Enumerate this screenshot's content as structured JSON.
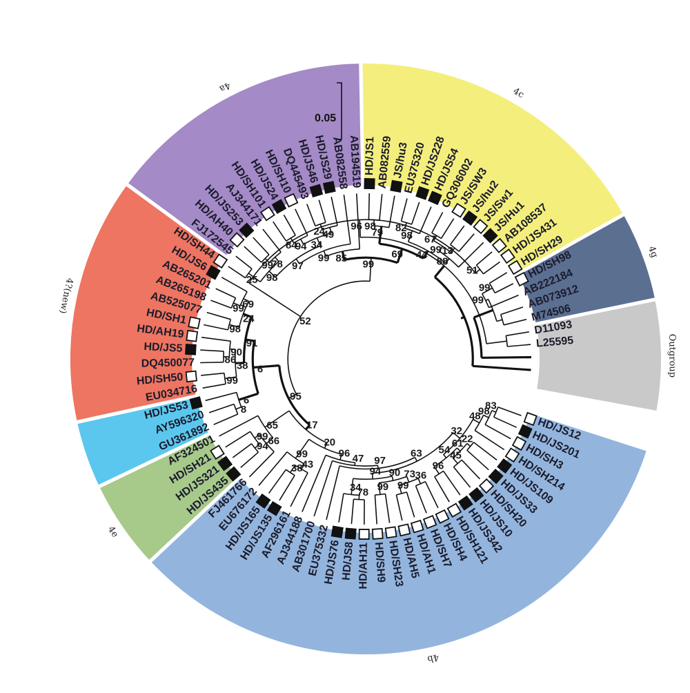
{
  "scale_bar": {
    "label": "0.05"
  },
  "clades": [
    {
      "label": "4b",
      "color": "#93b5dd",
      "first": 0,
      "last": 26
    },
    {
      "label": "4e",
      "color": "#a7c98a",
      "first": 27,
      "last": 30
    },
    {
      "label": "",
      "color": "#5cc7ee",
      "first": 31,
      "last": 33
    },
    {
      "label": "4?(new)",
      "color": "#ee7561",
      "first": 34,
      "last": 44
    },
    {
      "label": "4a",
      "color": "#a48ac6",
      "first": 45,
      "last": 56
    },
    {
      "label": "4c",
      "color": "#f4ef7d",
      "first": 57,
      "last": 70
    },
    {
      "label": "4g",
      "color": "#5b6f91",
      "first": 71,
      "last": 74
    },
    {
      "label": "Outgroup",
      "color": "#c9c9c9",
      "first": 75,
      "last": 79
    }
  ],
  "tips": [
    {
      "name": "HD/JS12",
      "marker": "open"
    },
    {
      "name": "HD/JS201",
      "marker": "filled"
    },
    {
      "name": "HD/SH3",
      "marker": "open"
    },
    {
      "name": "HD/SH214",
      "marker": "open"
    },
    {
      "name": "HD/JS109",
      "marker": "filled"
    },
    {
      "name": "HD/JS33",
      "marker": "filled"
    },
    {
      "name": "HD/SH20",
      "marker": "open"
    },
    {
      "name": "HD/JS10",
      "marker": "filled"
    },
    {
      "name": "HD/JS342",
      "marker": "filled"
    },
    {
      "name": "HD/SH121",
      "marker": "open"
    },
    {
      "name": "HD/SH4",
      "marker": "open"
    },
    {
      "name": "HD/SH7",
      "marker": "open"
    },
    {
      "name": "HD/AH1",
      "marker": "open"
    },
    {
      "name": "HD/AH5",
      "marker": "open"
    },
    {
      "name": "HD/SH23",
      "marker": "open"
    },
    {
      "name": "HD/SH9",
      "marker": "open"
    },
    {
      "name": "HD/AH11",
      "marker": "open"
    },
    {
      "name": "HD/JS8",
      "marker": "filled"
    },
    {
      "name": "HD/JS76",
      "marker": "filled"
    },
    {
      "name": "EU375332",
      "marker": "none"
    },
    {
      "name": "AB301700",
      "marker": "none"
    },
    {
      "name": "AJ344188",
      "marker": "none"
    },
    {
      "name": "AF296161",
      "marker": "none"
    },
    {
      "name": "HD/JS135",
      "marker": "filled"
    },
    {
      "name": "HD/JS165",
      "marker": "filled"
    },
    {
      "name": "EU676172",
      "marker": "none"
    },
    {
      "name": "FJ461766",
      "marker": "none"
    },
    {
      "name": "HD/JS435",
      "marker": "filled"
    },
    {
      "name": "HD/JS321",
      "marker": "filled"
    },
    {
      "name": "HD/SH21",
      "marker": "open"
    },
    {
      "name": "AF324501",
      "marker": "none"
    },
    {
      "name": "GU361892",
      "marker": "none"
    },
    {
      "name": "AY596320",
      "marker": "none"
    },
    {
      "name": "HD/JS53",
      "marker": "filled"
    },
    {
      "name": "EU034716",
      "marker": "none"
    },
    {
      "name": "HD/SH50",
      "marker": "open"
    },
    {
      "name": "DQ450077",
      "marker": "none"
    },
    {
      "name": "HD/JS5",
      "marker": "filled"
    },
    {
      "name": "HD/AH19",
      "marker": "open"
    },
    {
      "name": "HD/SH1",
      "marker": "open"
    },
    {
      "name": "AB525077",
      "marker": "none"
    },
    {
      "name": "AB265198",
      "marker": "none"
    },
    {
      "name": "AB265201",
      "marker": "none"
    },
    {
      "name": "HD/JS6",
      "marker": "filled"
    },
    {
      "name": "HD/SH44",
      "marker": "open"
    },
    {
      "name": "FJ172545",
      "marker": "none"
    },
    {
      "name": "HD/AH40",
      "marker": "open"
    },
    {
      "name": "HD/JS253",
      "marker": "filled"
    },
    {
      "name": "AJ344171",
      "marker": "none"
    },
    {
      "name": "HD/SH101",
      "marker": "open"
    },
    {
      "name": "HD/JS24",
      "marker": "filled"
    },
    {
      "name": "HD/SH10",
      "marker": "open"
    },
    {
      "name": "DQ445493",
      "marker": "none"
    },
    {
      "name": "HD/JS46",
      "marker": "filled"
    },
    {
      "name": "HD/JS29",
      "marker": "filled"
    },
    {
      "name": "AB082558",
      "marker": "none"
    },
    {
      "name": "AB194519",
      "marker": "none"
    },
    {
      "name": "HD/JS1",
      "marker": "filled"
    },
    {
      "name": "AB082559",
      "marker": "none"
    },
    {
      "name": "JS/hu3",
      "marker": "filled"
    },
    {
      "name": "EU375320",
      "marker": "none"
    },
    {
      "name": "HD/JS228",
      "marker": "filled"
    },
    {
      "name": "HD/JS54",
      "marker": "filled"
    },
    {
      "name": "GQ306002",
      "marker": "none"
    },
    {
      "name": "JS/SW3",
      "marker": "open"
    },
    {
      "name": "JS/hu2",
      "marker": "filled"
    },
    {
      "name": "JS/Sw1",
      "marker": "open"
    },
    {
      "name": "JS/Hu1",
      "marker": "filled"
    },
    {
      "name": "AB108537",
      "marker": "open"
    },
    {
      "name": "HD/JS431",
      "marker": "open"
    },
    {
      "name": "HD/SH29",
      "marker": "open"
    },
    {
      "name": "HD/SH98",
      "marker": "open"
    },
    {
      "name": "AB222184",
      "marker": "none"
    },
    {
      "name": "AB073912",
      "marker": "none"
    },
    {
      "name": "M74506",
      "marker": "none"
    },
    {
      "name": "D11093",
      "marker": "none"
    },
    {
      "name": "L25595",
      "marker": "none"
    }
  ],
  "bootstraps": [
    {
      "value": "83"
    },
    {
      "value": "98"
    },
    {
      "value": "48"
    },
    {
      "value": "22"
    },
    {
      "value": "45"
    },
    {
      "value": "61"
    },
    {
      "value": "96"
    },
    {
      "value": "54"
    },
    {
      "value": "32"
    },
    {
      "value": "36"
    },
    {
      "value": "99"
    },
    {
      "value": "73"
    },
    {
      "value": "99"
    },
    {
      "value": "90"
    },
    {
      "value": "78"
    },
    {
      "value": "34"
    },
    {
      "value": "94"
    },
    {
      "value": "63"
    },
    {
      "value": "97"
    },
    {
      "value": "47"
    },
    {
      "value": "96"
    },
    {
      "value": "38"
    },
    {
      "value": "43"
    },
    {
      "value": "99"
    },
    {
      "value": "20"
    },
    {
      "value": "94"
    },
    {
      "value": "99"
    },
    {
      "value": "66"
    },
    {
      "value": "65"
    },
    {
      "value": "17"
    },
    {
      "value": "8"
    },
    {
      "value": "6"
    },
    {
      "value": "99"
    },
    {
      "value": "86"
    },
    {
      "value": "90"
    },
    {
      "value": "38"
    },
    {
      "value": "98"
    },
    {
      "value": "99"
    },
    {
      "value": "69"
    },
    {
      "value": "24"
    },
    {
      "value": "91"
    },
    {
      "value": "6"
    },
    {
      "value": "95"
    },
    {
      "value": "25"
    },
    {
      "value": "99"
    },
    {
      "value": "78"
    },
    {
      "value": "98"
    },
    {
      "value": "84"
    },
    {
      "value": "94"
    },
    {
      "value": "24"
    },
    {
      "value": "49"
    },
    {
      "value": "34"
    },
    {
      "value": "97"
    },
    {
      "value": "99"
    },
    {
      "value": "85"
    },
    {
      "value": "98"
    },
    {
      "value": "79"
    },
    {
      "value": "82"
    },
    {
      "value": "98"
    },
    {
      "value": "67"
    },
    {
      "value": "13"
    },
    {
      "value": "99"
    },
    {
      "value": "88"
    },
    {
      "value": "44"
    },
    {
      "value": "69"
    },
    {
      "value": "99"
    },
    {
      "value": "52"
    },
    {
      "value": "51"
    },
    {
      "value": "99"
    },
    {
      "value": "96"
    },
    {
      "value": "99"
    }
  ]
}
